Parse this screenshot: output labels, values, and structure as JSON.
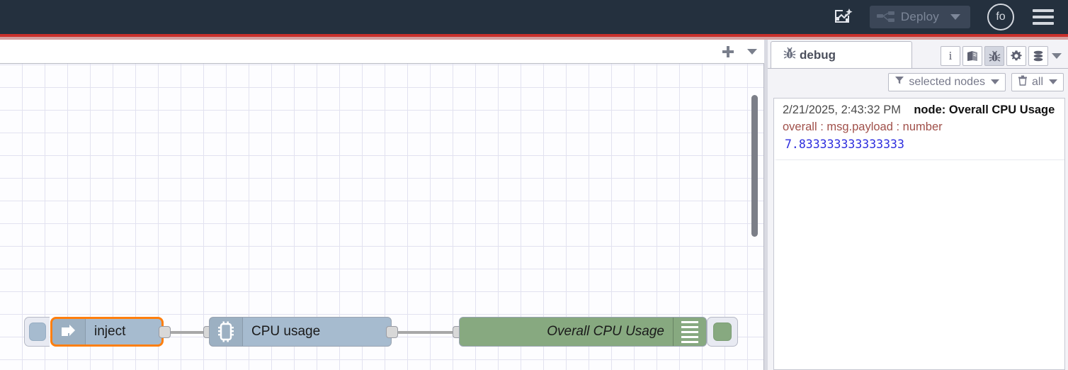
{
  "header": {
    "ai_icon": "flow-sparkle-icon",
    "deploy": {
      "label": "Deploy",
      "icon": "deploy-icon",
      "disabled": true
    },
    "user": {
      "initials": "fo"
    },
    "menu_icon": "hamburger-icon"
  },
  "canvas": {
    "tabbar": {
      "add_label": "+",
      "menu_icon": "chevron-down-icon"
    },
    "nodes": [
      {
        "id": "inject",
        "type": "inject",
        "label": "inject",
        "icon": "inject-arrow-icon",
        "selected": true,
        "color": "#a6bbcf",
        "selection_color": "#ff7f0e"
      },
      {
        "id": "cpu-usage",
        "type": "cpu",
        "label": "CPU usage",
        "icon": "microchip-icon",
        "selected": false,
        "color": "#a6bbcf"
      },
      {
        "id": "overall-cpu-usage",
        "type": "debug",
        "label": "Overall CPU Usage",
        "icon": "debug-lines-icon",
        "selected": false,
        "color": "#87a980",
        "enabled": true
      }
    ]
  },
  "sidebar": {
    "tab": {
      "label": "debug",
      "icon": "bug-icon"
    },
    "tools": [
      {
        "name": "info-icon",
        "label": "i",
        "active": false
      },
      {
        "name": "help-book-icon",
        "label": "",
        "active": false
      },
      {
        "name": "debug-bug-icon",
        "label": "",
        "active": true
      },
      {
        "name": "config-gear-icon",
        "label": "",
        "active": false
      },
      {
        "name": "context-data-icon",
        "label": "",
        "active": false
      }
    ],
    "filters": [
      {
        "name": "node-filter",
        "icon": "funnel-icon",
        "label": "selected nodes"
      },
      {
        "name": "clear-filter",
        "icon": "trash-icon",
        "label": "all"
      }
    ],
    "messages": [
      {
        "timestamp": "2/21/2025, 2:43:32 PM",
        "node_prefix": "node: ",
        "node_name": "Overall CPU Usage",
        "topic": "overall : msg.payload : number",
        "value": "7.833333333333333"
      }
    ]
  },
  "colors": {
    "header_bg": "#24303e",
    "accent_red": "#c9302c",
    "node_blue": "#a6bbcf",
    "node_green": "#87a980",
    "selection_orange": "#ff7f0e",
    "value_blue": "#2e2ede",
    "topic_red": "#a0504a"
  }
}
